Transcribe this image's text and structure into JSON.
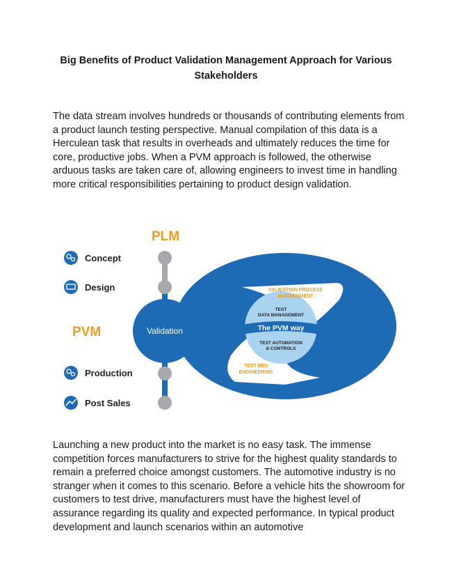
{
  "document": {
    "title": "Big Benefits of Product Validation Management Approach for Various Stakeholders",
    "paragraph_1": "The data stream involves hundreds or thousands of contributing elements from a product launch testing perspective. Manual compilation of this data is a Herculean task that results in overheads and ultimately reduces the time for core, productive jobs. When a PVM approach is followed, the otherwise arduous tasks are taken care of, allowing engineers to invest time in handling more critical responsibilities pertaining to product design validation.",
    "paragraph_2": "Launching a new product into the market is no easy task. The immense competition forces manufacturers to strive for the highest quality standards to remain a preferred choice amongst customers. The automotive industry is no stranger when it comes to this scenario. Before a vehicle hits the showroom for customers to test drive, manufacturers must have the highest level of assurance regarding its quality and expected performance. In typical product development and launch scenarios within an automotive"
  },
  "diagram": {
    "plm_label": "PLM",
    "pvm_label": "PVM",
    "stages": {
      "concept": "Concept",
      "design": "Design",
      "production": "Production",
      "post_sales": "Post Sales"
    },
    "validation_label": "Validation",
    "pvm_way_label": "The PVM way",
    "process_management": [
      "VALIDATION PROCESS",
      "MANAGEMENT"
    ],
    "test_data_management": [
      "TEST",
      "DATA MANAGEMENT"
    ],
    "test_automation": [
      "TEST AUTOMATION",
      "& CONTROLS"
    ],
    "test_bed_engineering": [
      "TEST BED",
      "ENGINEERING"
    ],
    "colors": {
      "orange": "#f39a1f",
      "blue": "#1d6bb5",
      "light_blue": "#a9d3ef",
      "gray": "#a7a9ac",
      "dark": "#222222"
    },
    "icons": [
      "gear-cluster-icon",
      "screen-icon",
      "trend-icon"
    ]
  }
}
